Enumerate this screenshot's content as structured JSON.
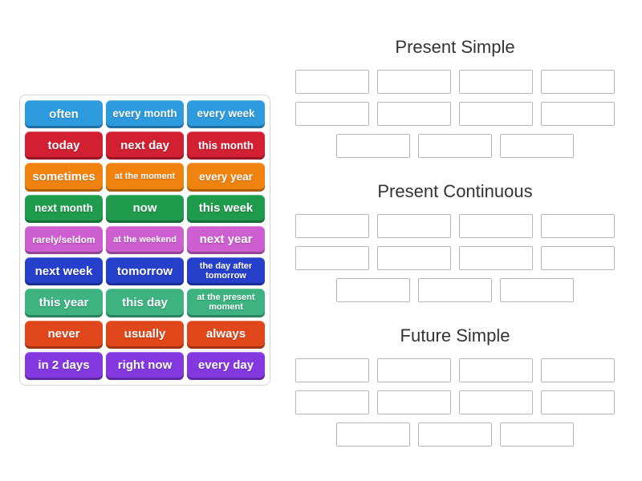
{
  "colors": {
    "page_bg": "#ffffff",
    "panel_border": "#d4d4d4",
    "slot_border": "#b5b5b5",
    "title_text": "#333333",
    "tile_text": "#ffffff",
    "row_blue": "#2E9BDF",
    "row_red": "#D21F32",
    "row_orange": "#F0830F",
    "row_green": "#1F9B4D",
    "row_orchid": "#CD5FD0",
    "row_indigo": "#2640CC",
    "row_seagreen": "#3CB381",
    "row_orangered": "#E0471A",
    "row_purple": "#8438E0"
  },
  "word_bank": {
    "tiles": [
      {
        "label": "often",
        "color": "#2E9BDF"
      },
      {
        "label": "every month",
        "color": "#2E9BDF"
      },
      {
        "label": "every week",
        "color": "#2E9BDF"
      },
      {
        "label": "today",
        "color": "#D21F32"
      },
      {
        "label": "next day",
        "color": "#D21F32"
      },
      {
        "label": "this month",
        "color": "#D21F32"
      },
      {
        "label": "sometimes",
        "color": "#F0830F"
      },
      {
        "label": "at the moment",
        "color": "#F0830F"
      },
      {
        "label": "every year",
        "color": "#F0830F"
      },
      {
        "label": "next month",
        "color": "#1F9B4D"
      },
      {
        "label": "now",
        "color": "#1F9B4D"
      },
      {
        "label": "this week",
        "color": "#1F9B4D"
      },
      {
        "label": "rarely/seldom",
        "color": "#CD5FD0"
      },
      {
        "label": "at the weekend",
        "color": "#CD5FD0"
      },
      {
        "label": "next year",
        "color": "#CD5FD0"
      },
      {
        "label": "next week",
        "color": "#2640CC"
      },
      {
        "label": "tomorrow",
        "color": "#2640CC"
      },
      {
        "label": "the day after tomorrow",
        "color": "#2640CC"
      },
      {
        "label": "this year",
        "color": "#3CB381"
      },
      {
        "label": "this day",
        "color": "#3CB381"
      },
      {
        "label": "at the present moment",
        "color": "#3CB381"
      },
      {
        "label": "never",
        "color": "#E0471A"
      },
      {
        "label": "usually",
        "color": "#E0471A"
      },
      {
        "label": "always",
        "color": "#E0471A"
      },
      {
        "label": "in 2 days",
        "color": "#8438E0"
      },
      {
        "label": "right now",
        "color": "#8438E0"
      },
      {
        "label": "every day",
        "color": "#8438E0"
      }
    ]
  },
  "groups": [
    {
      "title": "Present Simple",
      "slot_rows": [
        4,
        4,
        3
      ]
    },
    {
      "title": "Present Continuous",
      "slot_rows": [
        4,
        4,
        3
      ]
    },
    {
      "title": "Future Simple",
      "slot_rows": [
        4,
        4,
        3
      ]
    }
  ]
}
